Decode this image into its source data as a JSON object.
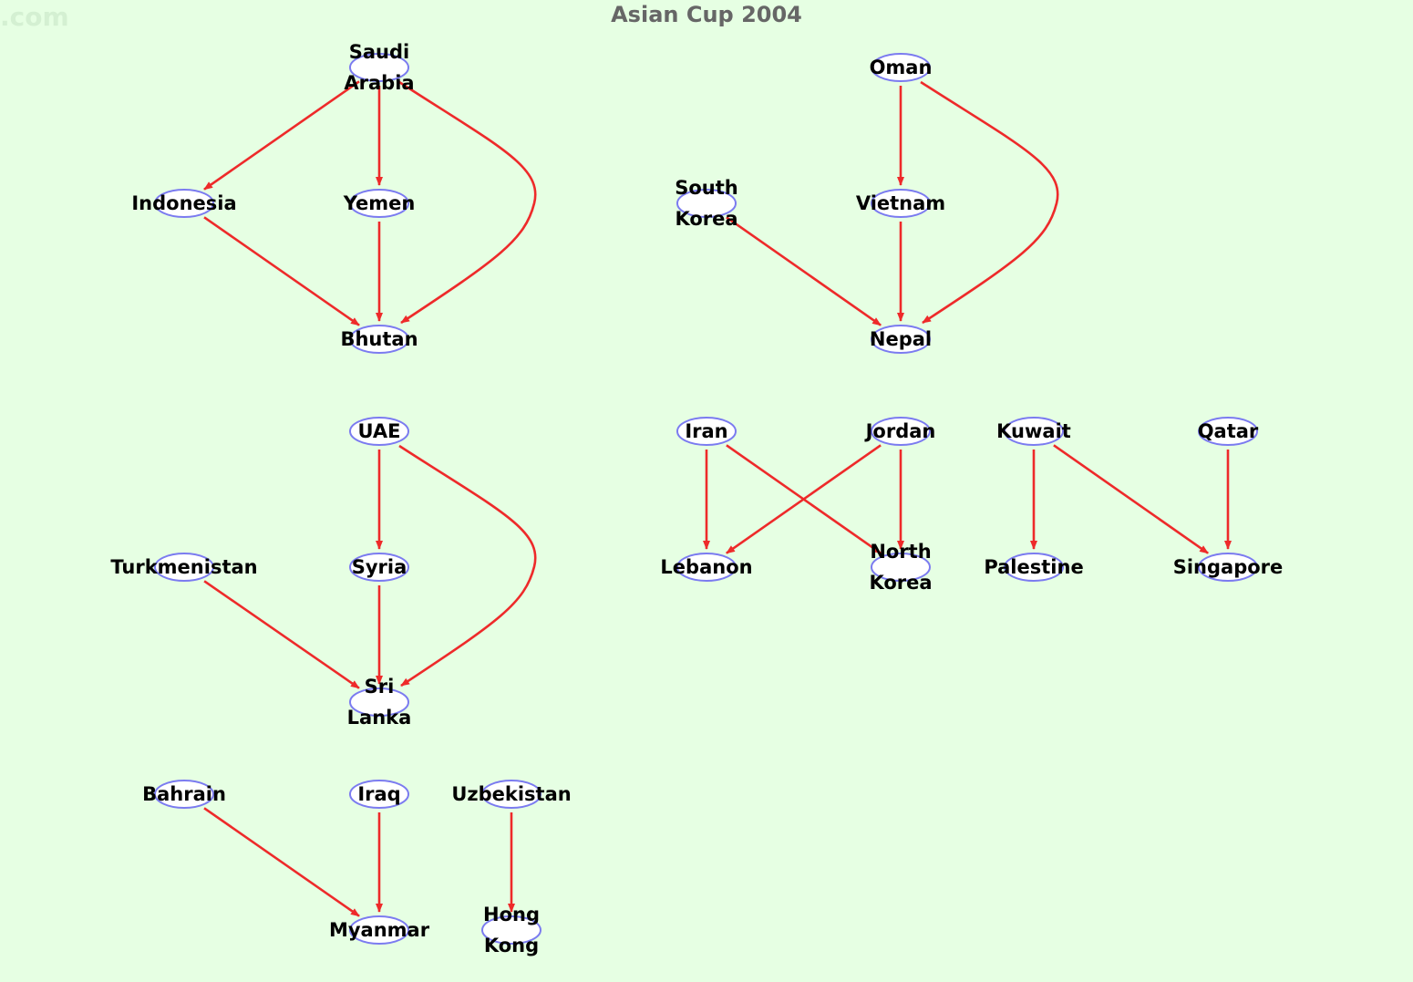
{
  "header": {
    "watermark": ".com",
    "title": "Asian Cup 2004"
  },
  "colors": {
    "background": "#e6ffe3",
    "edge": "#ee2a2a",
    "node_stroke": "#7b7bf0",
    "node_fill": "#ffffff"
  },
  "nodes": [
    {
      "id": "saudi",
      "lines": [
        "Saudi",
        "Arabia"
      ]
    },
    {
      "id": "indonesia",
      "lines": [
        "Indonesia"
      ]
    },
    {
      "id": "yemen",
      "lines": [
        "Yemen"
      ]
    },
    {
      "id": "bhutan",
      "lines": [
        "Bhutan"
      ]
    },
    {
      "id": "oman",
      "lines": [
        "Oman"
      ]
    },
    {
      "id": "southkorea",
      "lines": [
        "South",
        "Korea"
      ]
    },
    {
      "id": "vietnam",
      "lines": [
        "Vietnam"
      ]
    },
    {
      "id": "nepal",
      "lines": [
        "Nepal"
      ]
    },
    {
      "id": "uae",
      "lines": [
        "UAE"
      ]
    },
    {
      "id": "turkmenistan",
      "lines": [
        "Turkmenistan"
      ]
    },
    {
      "id": "syria",
      "lines": [
        "Syria"
      ]
    },
    {
      "id": "srilanka",
      "lines": [
        "Sri",
        "Lanka"
      ]
    },
    {
      "id": "iran",
      "lines": [
        "Iran"
      ]
    },
    {
      "id": "jordan",
      "lines": [
        "Jordan"
      ]
    },
    {
      "id": "kuwait",
      "lines": [
        "Kuwait"
      ]
    },
    {
      "id": "qatar",
      "lines": [
        "Qatar"
      ]
    },
    {
      "id": "lebanon",
      "lines": [
        "Lebanon"
      ]
    },
    {
      "id": "northkorea",
      "lines": [
        "North",
        "Korea"
      ]
    },
    {
      "id": "palestine",
      "lines": [
        "Palestine"
      ]
    },
    {
      "id": "singapore",
      "lines": [
        "Singapore"
      ]
    },
    {
      "id": "bahrain",
      "lines": [
        "Bahrain"
      ]
    },
    {
      "id": "iraq",
      "lines": [
        "Iraq"
      ]
    },
    {
      "id": "uzbekistan",
      "lines": [
        "Uzbekistan"
      ]
    },
    {
      "id": "myanmar",
      "lines": [
        "Myanmar"
      ]
    },
    {
      "id": "hongkong",
      "lines": [
        "Hong",
        "Kong"
      ]
    }
  ],
  "edges": [
    {
      "from": "saudi",
      "to": "indonesia"
    },
    {
      "from": "saudi",
      "to": "yemen"
    },
    {
      "from": "saudi",
      "to": "bhutan"
    },
    {
      "from": "indonesia",
      "to": "bhutan"
    },
    {
      "from": "yemen",
      "to": "bhutan"
    },
    {
      "from": "oman",
      "to": "vietnam"
    },
    {
      "from": "oman",
      "to": "nepal"
    },
    {
      "from": "southkorea",
      "to": "nepal"
    },
    {
      "from": "vietnam",
      "to": "nepal"
    },
    {
      "from": "uae",
      "to": "syria"
    },
    {
      "from": "uae",
      "to": "srilanka"
    },
    {
      "from": "turkmenistan",
      "to": "srilanka"
    },
    {
      "from": "syria",
      "to": "srilanka"
    },
    {
      "from": "iran",
      "to": "lebanon"
    },
    {
      "from": "iran",
      "to": "northkorea"
    },
    {
      "from": "jordan",
      "to": "lebanon"
    },
    {
      "from": "jordan",
      "to": "northkorea"
    },
    {
      "from": "kuwait",
      "to": "palestine"
    },
    {
      "from": "kuwait",
      "to": "singapore"
    },
    {
      "from": "qatar",
      "to": "singapore"
    },
    {
      "from": "bahrain",
      "to": "myanmar"
    },
    {
      "from": "iraq",
      "to": "myanmar"
    },
    {
      "from": "uzbekistan",
      "to": "hongkong"
    }
  ]
}
